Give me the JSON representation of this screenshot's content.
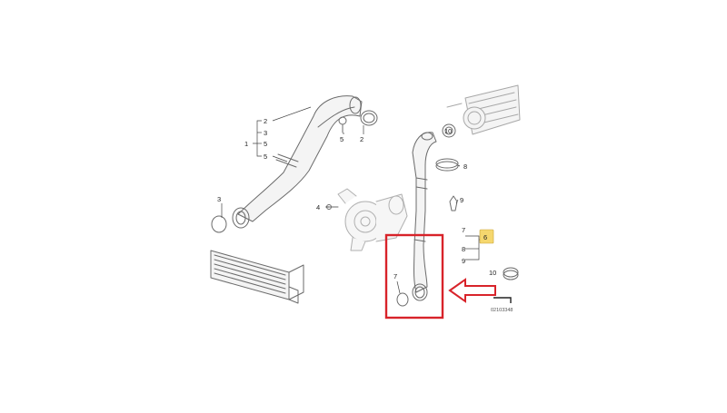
{
  "diagram": {
    "callouts": {
      "c1": "1",
      "c2a": "2",
      "c3a": "3",
      "c5a": "5",
      "c5b": "5",
      "c2b": "2",
      "c3b": "3",
      "c4": "4",
      "c10a": "10",
      "c8a": "8",
      "c9a": "9",
      "c7a": "7",
      "c6": "6",
      "c8b": "8",
      "c9b": "9",
      "c7b": "7",
      "c10b": "10"
    },
    "reference_number": "02103348",
    "colors": {
      "highlight_box": "#d8232a",
      "arrow": "#d8232a",
      "part_6_label_bg": "#f5d76e",
      "line_art": "#6b6b6b"
    }
  }
}
